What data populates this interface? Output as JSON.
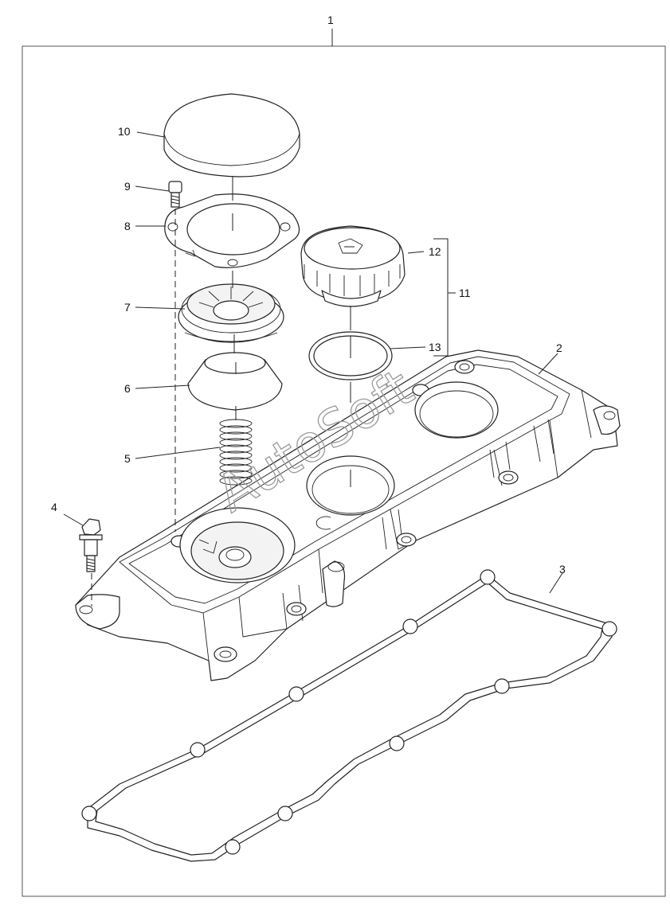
{
  "callouts": [
    {
      "id": "c1",
      "label": "1"
    },
    {
      "id": "c2",
      "label": "2"
    },
    {
      "id": "c3",
      "label": "3"
    },
    {
      "id": "c4",
      "label": "4"
    },
    {
      "id": "c5",
      "label": "5"
    },
    {
      "id": "c6",
      "label": "6"
    },
    {
      "id": "c7",
      "label": "7"
    },
    {
      "id": "c8",
      "label": "8"
    },
    {
      "id": "c9",
      "label": "9"
    },
    {
      "id": "c10",
      "label": "10"
    },
    {
      "id": "c11",
      "label": "11"
    },
    {
      "id": "c12",
      "label": "12"
    },
    {
      "id": "c13",
      "label": "13"
    }
  ],
  "watermark": "AutoSoft"
}
